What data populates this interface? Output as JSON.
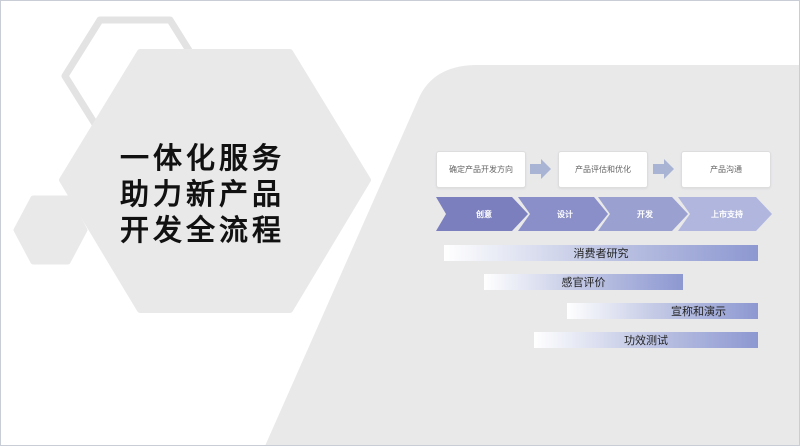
{
  "headline": {
    "line1": "一体化服务",
    "line2": "助力新产品",
    "line3": "开发全流程"
  },
  "steps": [
    {
      "label": "确定产品开发方向"
    },
    {
      "label": "产品评估和优化"
    },
    {
      "label": "产品沟通"
    }
  ],
  "phases": [
    {
      "label": "创意",
      "color": "#7b7fbe"
    },
    {
      "label": "设计",
      "color": "#8a8fc9"
    },
    {
      "label": "开发",
      "color": "#9aa0d0"
    },
    {
      "label": "上市支持",
      "color": "#b0b6de"
    }
  ],
  "bars": [
    {
      "label": "消费者研究"
    },
    {
      "label": "感官评价"
    },
    {
      "label": "宣称和演示"
    },
    {
      "label": "功效测试"
    }
  ],
  "colors": {
    "hexagon_gray": "#e9e9ea",
    "hexagon_outline": "#e3e3e4",
    "step_arrow": "#a9b3d4",
    "bar_gradient_end": "#8d98d1"
  }
}
